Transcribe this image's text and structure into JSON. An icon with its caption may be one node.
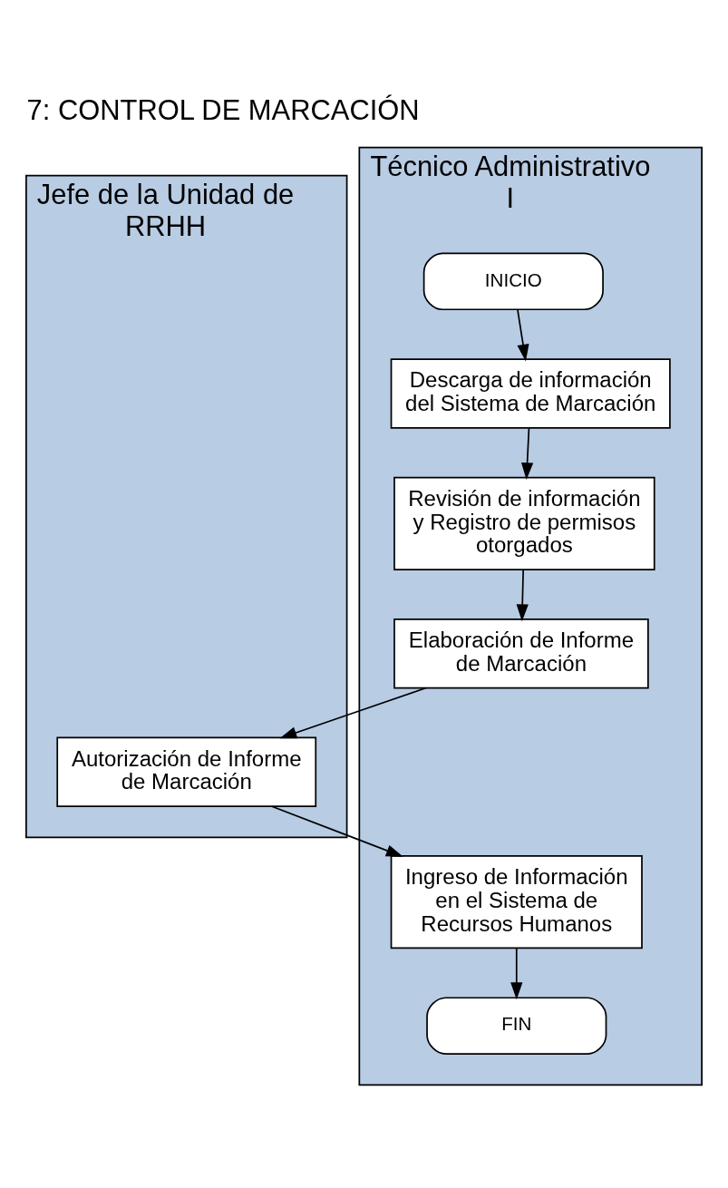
{
  "diagram": {
    "title": "7: CONTROL DE MARCACIÓN",
    "nodes": [
      {
        "text": [
          "Jefe de la Unidad de RRHH"
        ]
      },
      {
        "text": [
          "Técnico Administrativo I"
        ]
      },
      {
        "text": [
          "INICIO"
        ],
        "in": 1
      },
      {
        "text": [
          "Descarga de información del Sistema de Marcación"
        ],
        "in": 1
      },
      {
        "text": [
          "Revisión de información y Registro de permisos otorgados"
        ],
        "in": 1
      },
      {
        "text": [
          "Elaboración de Informe de Marcación"
        ],
        "in": 1
      },
      {
        "text": [
          "Autorización de Informe de Marcación"
        ],
        "in": 0
      },
      {
        "text": [
          "Ingreso de Información en el Sistema de Recursos Humanos"
        ],
        "in": 1
      },
      {
        "text": [
          "FIN"
        ],
        "in": 1
      }
    ],
    "edges": [
      {
        "from": 2,
        "to": 3,
        "arrow": "to"
      },
      {
        "from": 3,
        "to": 4,
        "arrow": "to"
      },
      {
        "from": 4,
        "to": 5,
        "arrow": "to"
      },
      {
        "from": 5,
        "to": 6,
        "arrow": "to"
      },
      {
        "from": 6,
        "to": 7,
        "arrow": "to"
      },
      {
        "from": 7,
        "to": 8,
        "arrow": "to"
      }
    ]
  }
}
